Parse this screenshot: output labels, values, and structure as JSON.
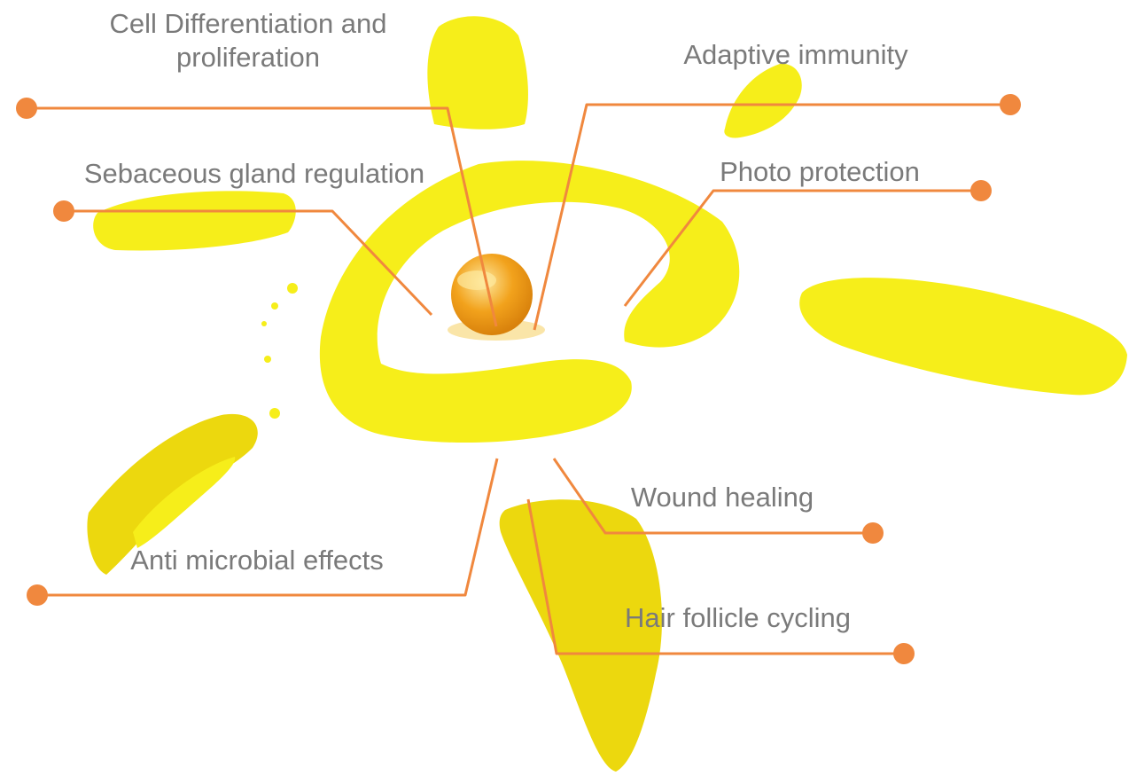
{
  "colors": {
    "connector": "#f0883e",
    "label_text": "#7a7a7a",
    "sun_yellow": "#f6ee1a",
    "sun_yellow_deep": "#ecd80e",
    "drop_amber": "#f2a21c",
    "drop_highlight": "#fde9a0"
  },
  "center_icon": "oil-droplet-icon",
  "labels": {
    "cell_line1": "Cell Differentiation and",
    "cell_line2": "proliferation",
    "adaptive": "Adaptive immunity",
    "sebaceous": "Sebaceous gland regulation",
    "photo": "Photo protection",
    "wound": "Wound healing",
    "antimicrobial": "Anti microbial effects",
    "hair": "Hair follicle cycling"
  }
}
